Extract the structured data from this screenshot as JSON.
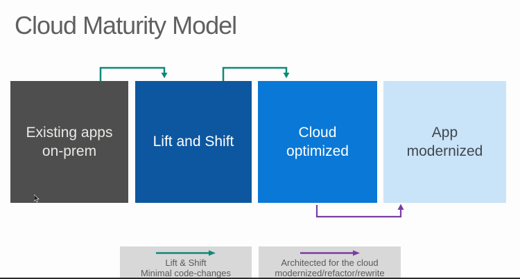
{
  "title": "Cloud Maturity Model",
  "boxes": [
    {
      "label": "Existing apps\non-prem",
      "bg": "#4E4E4E",
      "fg": "#E9E9E7"
    },
    {
      "label": "Lift and Shift",
      "bg": "#0D57A0",
      "fg": "#FFFFFF"
    },
    {
      "label": "Cloud\noptimized",
      "bg": "#0A78D6",
      "fg": "#FFFFFF"
    },
    {
      "label": "App\nmodernized",
      "bg": "#C9E4F8",
      "fg": "#41464D"
    }
  ],
  "legend": [
    {
      "line1": "Lift & Shift",
      "line2": "Minimal code-changes"
    },
    {
      "line1": "Architected for the cloud",
      "line2": "modernized/refactor/rewrite"
    }
  ],
  "colors": {
    "background": "#FDFDFD",
    "title": "#606060",
    "teal": "#0E8A78",
    "purple": "#7A3CA3",
    "legend_bg": "#D8D8D8",
    "legend_text": "#595959",
    "cursor": "#1A1A1A"
  }
}
